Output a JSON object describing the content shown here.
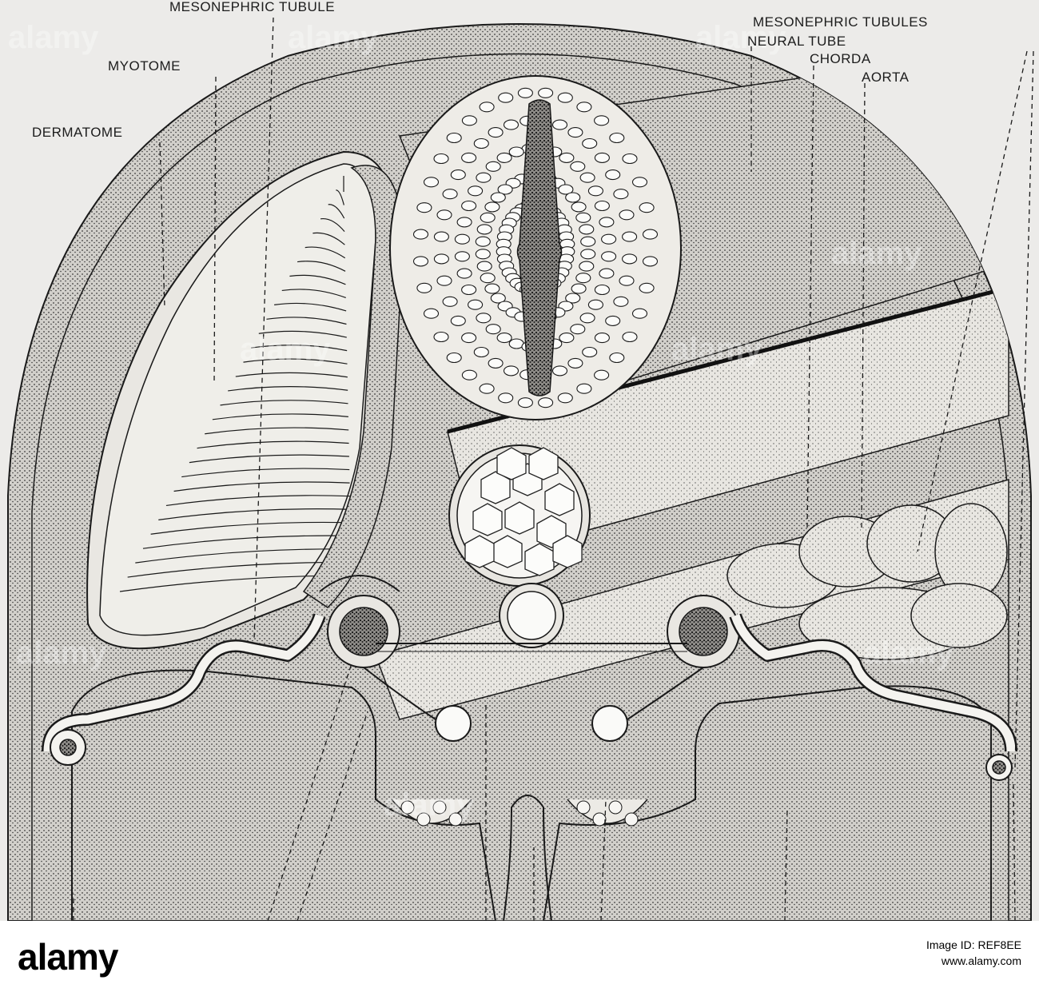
{
  "labels": {
    "mesonephric_tubule": "MESONEPHRIC TUBULE",
    "myotome": "MYOTOME",
    "dermatome": "DERMATOME",
    "mesonephric_tubules": "MESONEPHRIC TUBULES",
    "neural_tube": "NEURAL TUBE",
    "chorda": "CHORDA",
    "aorta": "AORTA"
  },
  "watermark": "alamy",
  "footer": {
    "logo": "alamy",
    "image_id_line": "Image ID: REF8EE",
    "site": "www.alamy.com"
  },
  "colors": {
    "background": "#ecebe9",
    "stipple": "#2a2a2a",
    "tissue_light": "#e6e4df",
    "ink": "#1c1c1c"
  }
}
